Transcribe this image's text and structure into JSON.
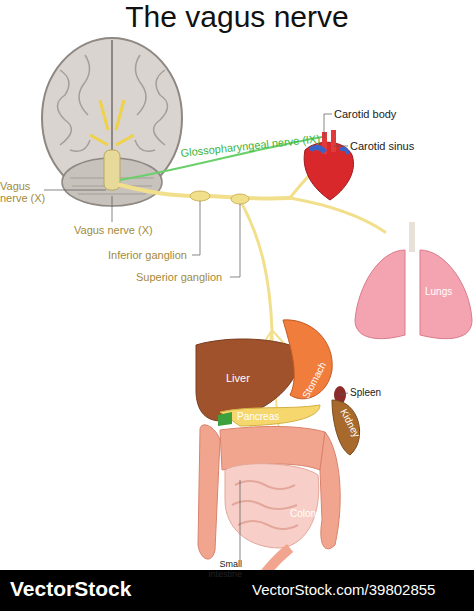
{
  "diagram": {
    "title": "The vagus nerve",
    "labels": [
      "Glossopharyngeal nerve (IX)",
      "Carotid body",
      "Carotid sinus",
      "Vagus nerve (X)",
      "Vagus nerve (X)",
      "Inferior ganglion",
      "Superior ganglion",
      "Lungs",
      "Liver",
      "Stomach",
      "Spleen",
      "Pancreas",
      "Kidney",
      "Colon",
      "Small intestine",
      "VectorStock",
      "VectorStock.com/39802855"
    ]
  }
}
